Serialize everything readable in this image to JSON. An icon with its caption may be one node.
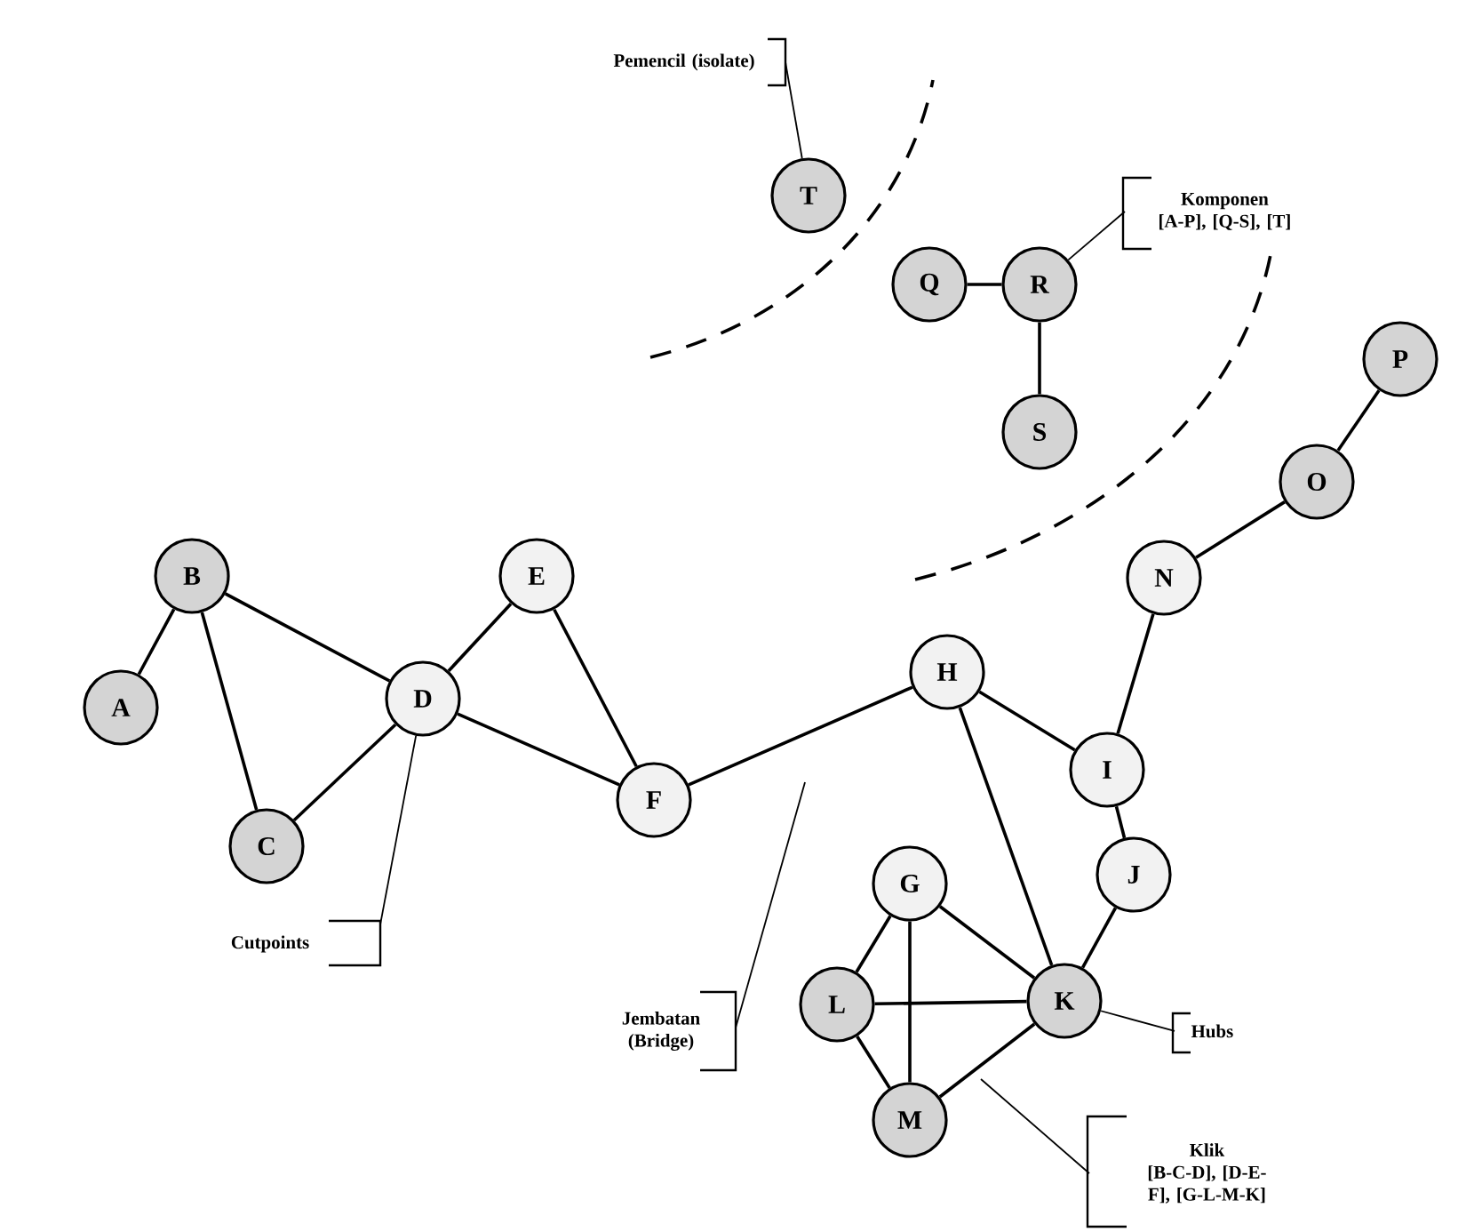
{
  "diagram": {
    "nodes": [
      {
        "text": [
          "A"
        ]
      },
      {
        "text": [
          "B"
        ]
      },
      {
        "text": [
          "C"
        ]
      },
      {
        "text": [
          "D"
        ]
      },
      {
        "text": [
          "E"
        ]
      },
      {
        "text": [
          "F"
        ]
      },
      {
        "text": [
          "G"
        ]
      },
      {
        "text": [
          "H"
        ]
      },
      {
        "text": [
          "I"
        ]
      },
      {
        "text": [
          "J"
        ]
      },
      {
        "text": [
          "K"
        ]
      },
      {
        "text": [
          "L"
        ]
      },
      {
        "text": [
          "M"
        ]
      },
      {
        "text": [
          "N"
        ]
      },
      {
        "text": [
          "O"
        ]
      },
      {
        "text": [
          "P"
        ]
      },
      {
        "text": [
          "Q"
        ]
      },
      {
        "text": [
          "R"
        ]
      },
      {
        "text": [
          "S"
        ]
      },
      {
        "text": [
          "T"
        ]
      },
      {
        "text": [
          "Pemencil (isolate)"
        ]
      },
      {
        "text": [
          "Komponen",
          "[A-P], [Q-S], [T]"
        ]
      },
      {
        "text": [
          "Cutpoints"
        ]
      },
      {
        "text": [
          "Jembatan (Bridge)"
        ]
      },
      {
        "text": [
          "Hubs"
        ]
      },
      {
        "text": [
          "Klik",
          "[B-C-D], [D-E-F], [G-L-M-K]"
        ]
      }
    ],
    "edges": [
      {
        "from": 0,
        "to": 1,
        "arrow": "none"
      },
      {
        "from": 1,
        "to": 2,
        "arrow": "none"
      },
      {
        "from": 1,
        "to": 3,
        "arrow": "none"
      },
      {
        "from": 2,
        "to": 3,
        "arrow": "none"
      },
      {
        "from": 3,
        "to": 4,
        "arrow": "none"
      },
      {
        "from": 3,
        "to": 5,
        "arrow": "none"
      },
      {
        "from": 4,
        "to": 5,
        "arrow": "none"
      },
      {
        "from": 5,
        "to": 7,
        "arrow": "none"
      },
      {
        "from": 7,
        "to": 8,
        "arrow": "none"
      },
      {
        "from": 7,
        "to": 10,
        "arrow": "none"
      },
      {
        "from": 8,
        "to": 13,
        "arrow": "none"
      },
      {
        "from": 13,
        "to": 14,
        "arrow": "none"
      },
      {
        "from": 14,
        "to": 15,
        "arrow": "none"
      },
      {
        "from": 8,
        "to": 9,
        "arrow": "none"
      },
      {
        "from": 9,
        "to": 10,
        "arrow": "none"
      },
      {
        "from": 6,
        "to": 11,
        "arrow": "none"
      },
      {
        "from": 6,
        "to": 12,
        "arrow": "none"
      },
      {
        "from": 6,
        "to": 10,
        "arrow": "none"
      },
      {
        "from": 11,
        "to": 10,
        "arrow": "none"
      },
      {
        "from": 11,
        "to": 12,
        "arrow": "none"
      },
      {
        "from": 12,
        "to": 10,
        "arrow": "none"
      },
      {
        "from": 16,
        "to": 17,
        "arrow": "none"
      },
      {
        "from": 17,
        "to": 18,
        "arrow": "none"
      },
      {
        "from": 20,
        "to": 19,
        "arrow": "none"
      },
      {
        "from": 21,
        "to": 17,
        "arrow": "none"
      },
      {
        "from": 22,
        "to": 3,
        "arrow": "none"
      },
      {
        "from": 23,
        "to": null,
        "arrow": "none"
      },
      {
        "from": 24,
        "to": 10,
        "arrow": "none"
      },
      {
        "from": 25,
        "to": null,
        "arrow": "none"
      }
    ]
  }
}
